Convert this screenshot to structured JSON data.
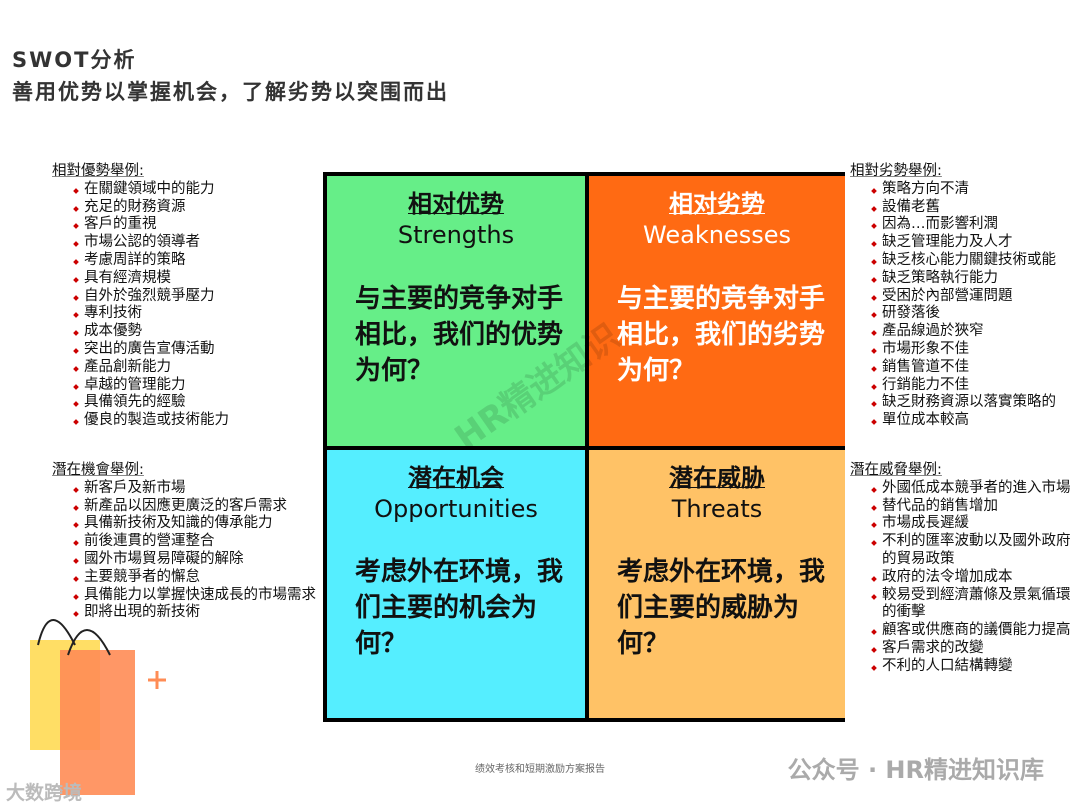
{
  "header": {
    "title": "SWOT分析",
    "subtitle": "善用优势以掌握机会，了解劣势以突围而出"
  },
  "strengths_list": {
    "heading": "相對優勢舉例:",
    "items": [
      "在關鍵領域中的能力",
      "充足的財務資源",
      "客戶的重視",
      "市場公認的領導者",
      "考慮周詳的策略",
      "具有經濟規模",
      "自外於強烈競爭壓力",
      "專利技術",
      "成本優勢",
      "突出的廣告宣傳活動",
      "產品創新能力",
      "卓越的管理能力",
      "具備領先的經驗",
      "優良的製造或技術能力"
    ]
  },
  "opportunities_list": {
    "heading": "潛在機會舉例:",
    "items": [
      "新客戶及新市場",
      "新產品以因應更廣泛的客戶需求",
      "具備新技術及知識的傳承能力",
      "前後連貫的營運整合",
      "國外市場貿易障礙的解除",
      "主要競爭者的懈怠",
      "具備能力以掌握快速成長的市場需求",
      "即將出現的新技術"
    ]
  },
  "weaknesses_list": {
    "heading": "相對劣勢舉例:",
    "items": [
      "策略方向不清",
      "設備老舊",
      "因為…而影響利潤",
      "缺乏管理能力及人才",
      "缺乏核心能力關鍵技術或能",
      "缺乏策略執行能力",
      "受困於內部營運問題",
      "研發落後",
      "產品線過於狹窄",
      "市場形象不佳",
      "銷售管道不佳",
      "行銷能力不佳",
      "缺乏財務資源以落實策略的",
      "單位成本較高"
    ]
  },
  "threats_list": {
    "heading": "潛在威脅舉例:",
    "items": [
      "外國低成本競爭者的進入市場",
      "替代品的銷售增加",
      "市場成長遲緩",
      "不利的匯率波動以及國外政府的貿易政策",
      "政府的法令增加成本",
      "較易受到經濟蕭條及景氣循環的衝擊",
      "顧客或供應商的議價能力提高",
      "客戶需求的改變",
      "不利的人口結構轉變"
    ]
  },
  "quadrants": [
    {
      "cn": "相对优势",
      "en": "Strengths",
      "body": "与主要的竞争对手相比，我们的优势为何？",
      "color": "#66ee88"
    },
    {
      "cn": "相对劣势",
      "en": "Weaknesses",
      "body": "与主要的竞争对手相比，我们的劣势为何？",
      "color": "#ff6a13"
    },
    {
      "cn": "潜在机会",
      "en": "Opportunities",
      "body": "考虑外在环境，我们主要的机会为何？",
      "color": "#55eeff"
    },
    {
      "cn": "潜在威胁",
      "en": "Threats",
      "body": "考虑外在环境，我们主要的威胁为何？",
      "color": "#ffc266"
    }
  ],
  "footer": "绩效考核和短期激励方案报告",
  "watermark": "公众号 · HR精进知识库",
  "watermark_left": "大数跨境",
  "watermark_diag": "HR精进知识"
}
